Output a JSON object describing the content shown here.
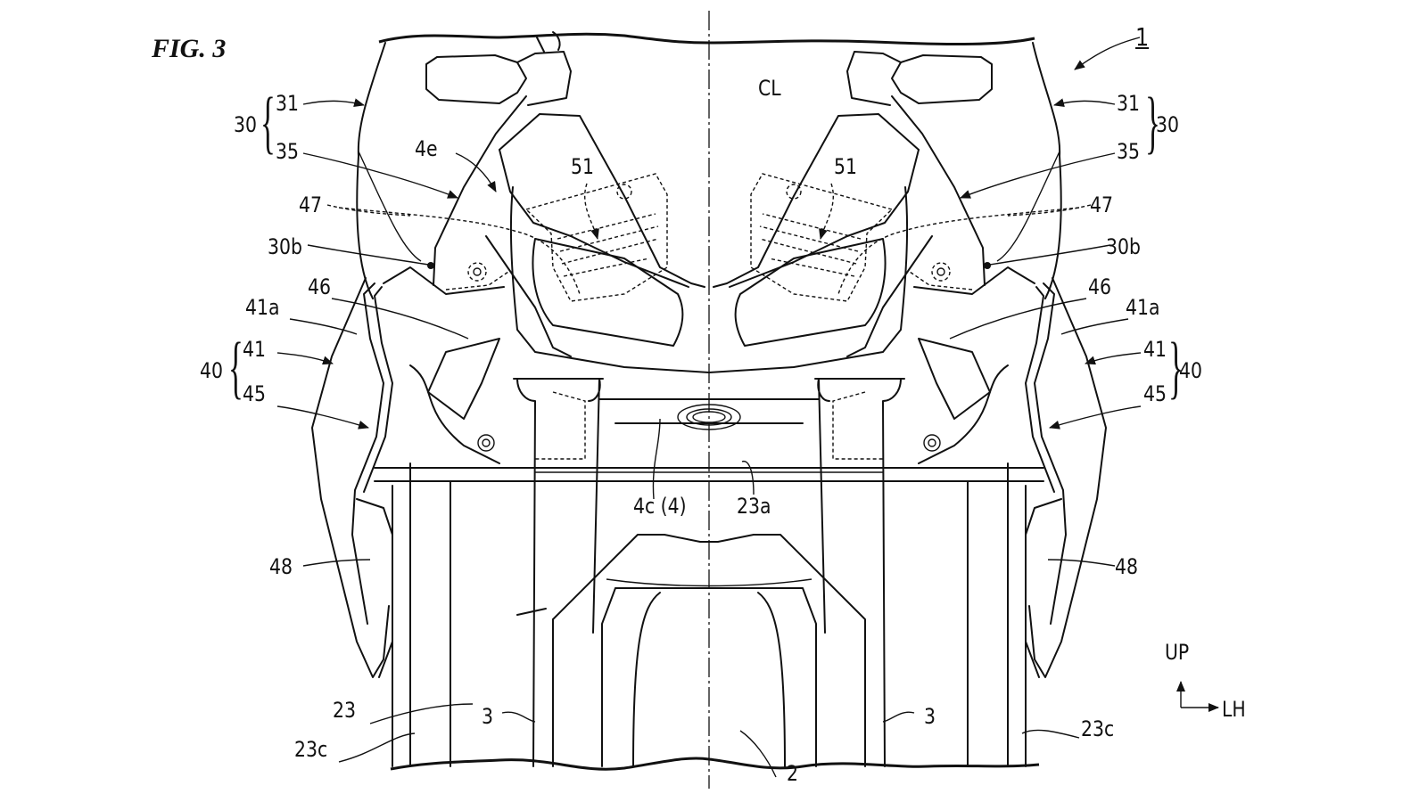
{
  "figure": {
    "title": "FIG. 3",
    "reference_numeral": "1"
  },
  "labels": {
    "cl": "CL",
    "left": {
      "g30": "30",
      "n31": "31",
      "n35": "35",
      "n4e": "4e",
      "n47": "47",
      "n30b": "30b",
      "n46": "46",
      "n41a": "41a",
      "g40": "40",
      "n41": "41",
      "n45": "45",
      "n48": "48",
      "n23": "23",
      "n23c": "23c",
      "n3": "3",
      "n51": "51"
    },
    "right": {
      "g30": "30",
      "n31": "31",
      "n35": "35",
      "n47": "47",
      "n30b": "30b",
      "n46": "46",
      "n41a": "41a",
      "g40": "40",
      "n41": "41",
      "n45": "45",
      "n48": "48",
      "n23c": "23c",
      "n3": "3",
      "n51": "51"
    },
    "center": {
      "n4c": "4c (4)",
      "n23a": "23a",
      "n2": "2"
    }
  },
  "direction_indicator": {
    "up": "UP",
    "right": "LH"
  }
}
